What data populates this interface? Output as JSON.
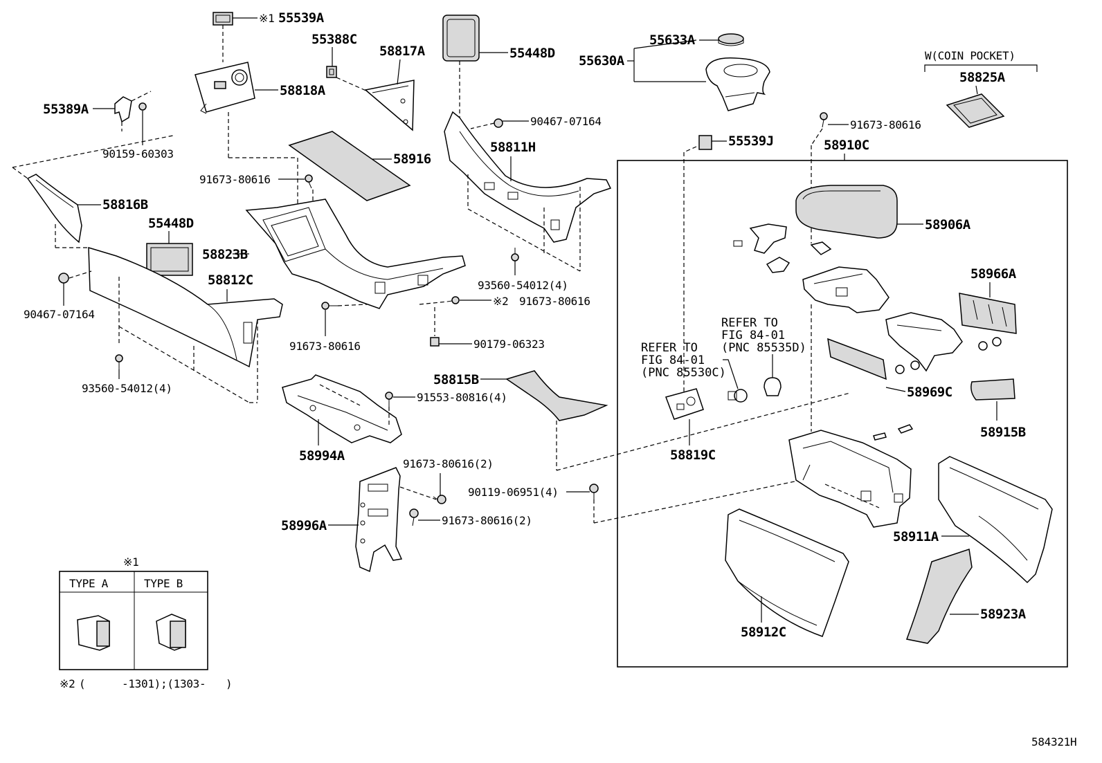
{
  "diagram_id": "584321H",
  "parts": {
    "p55539A": "55539A",
    "p55388C": "55388C",
    "p58817A": "58817A",
    "p55448D_top": "55448D",
    "p55633A": "55633A",
    "p55630A": "55630A",
    "p58825A": "58825A",
    "p55389A": "55389A",
    "p58818A": "58818A",
    "p90467_top": "90467-07164",
    "p91673_tr": "91673-80616",
    "p90159": "90159-60303",
    "p58811H": "58811H",
    "p55539J": "55539J",
    "p58910C": "58910C",
    "p58916": "58916",
    "p91673_a": "91673-80616",
    "p58816B": "58816B",
    "p55448D_left": "55448D",
    "p58906A": "58906A",
    "p58823B": "58823B",
    "p58812C": "58812C",
    "p58966A": "58966A",
    "p93560_mid": "93560-54012(4)",
    "p91673_b": "91673-80616",
    "p90467_left": "90467-07164",
    "p91673_c": "91673-80616",
    "p90179": "90179-06323",
    "p58969C": "58969C",
    "p93560_low": "93560-54012(4)",
    "p58815B": "58815B",
    "p91553": "91553-80816(4)",
    "p58915B": "58915B",
    "p58994A": "58994A",
    "p58819C": "58819C",
    "p91673_2a": "91673-80616(2)",
    "p90119": "90119-06951(4)",
    "p58996A": "58996A",
    "p91673_2b": "91673-80616(2)",
    "p58911A": "58911A",
    "p58923A": "58923A",
    "p58912C": "58912C"
  },
  "labels": {
    "coin_pocket": "W(COIN POCKET)",
    "ref1_l1": "REFER TO",
    "ref1_l2": "FIG 84-01",
    "ref1_l3": "(PNC 85530C)",
    "ref2_l1": "REFER TO",
    "ref2_l2": "FIG 84-01",
    "ref2_l3": "(PNC 85535D)",
    "mark1": "※1",
    "mark2": "※2"
  },
  "legend": {
    "title": "※1",
    "type_a": "TYPE  A",
    "type_b": "TYPE  B"
  },
  "footnote": {
    "mark": "※2",
    "text_a": "(",
    "text_b": "-1301);(1303-",
    "text_c": ")"
  }
}
